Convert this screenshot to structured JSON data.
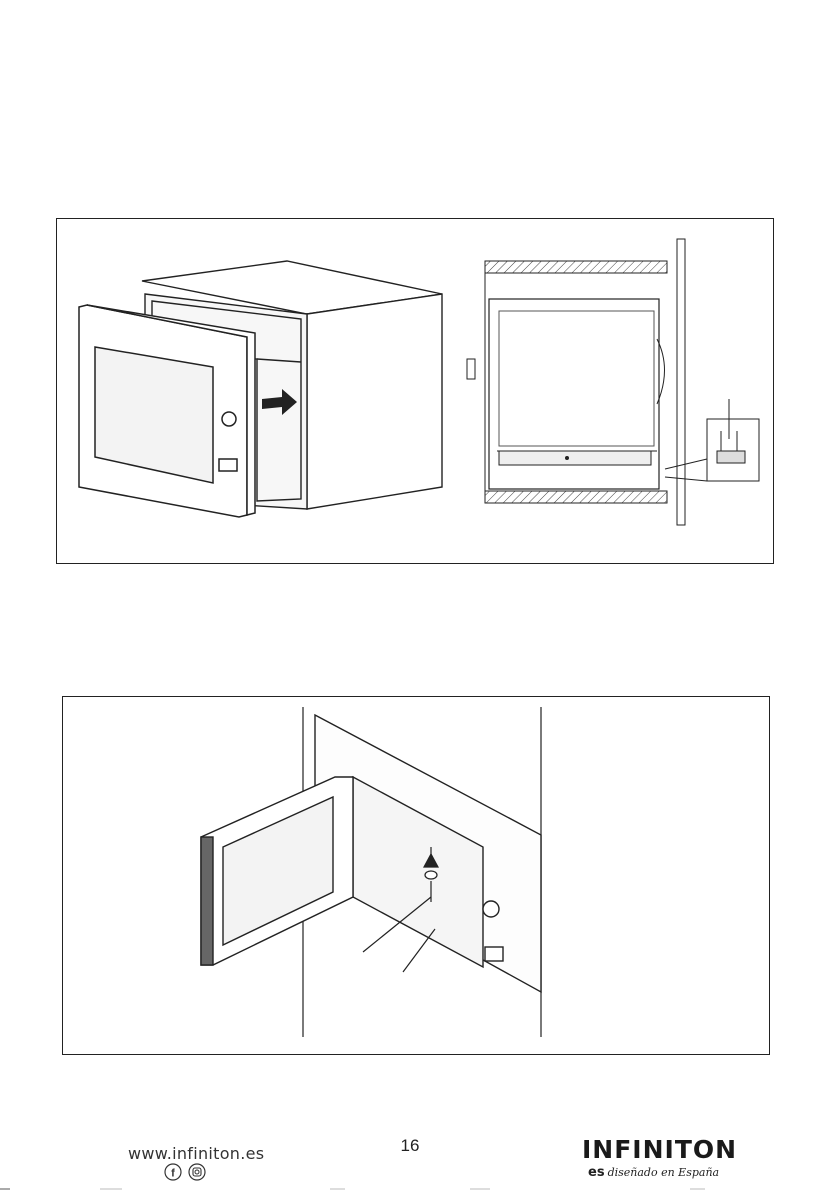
{
  "page": {
    "number": "16"
  },
  "footer": {
    "website": "www.infiniton.es",
    "brand": "INFINITON",
    "tagline_prefix": "es",
    "tagline": "diseñado en España",
    "social_icons": [
      "facebook-icon",
      "instagram-icon"
    ]
  },
  "figures": [
    {
      "name": "install-slide-in",
      "panels": [
        "oven-inserted-into-cabinet",
        "cross-section-bracket-detail"
      ]
    },
    {
      "name": "install-screw-fixing",
      "panels": [
        "open-door-screw-insertion"
      ]
    }
  ],
  "colors": {
    "line": "#222222",
    "hatch": "#444444",
    "background": "#ffffff"
  }
}
